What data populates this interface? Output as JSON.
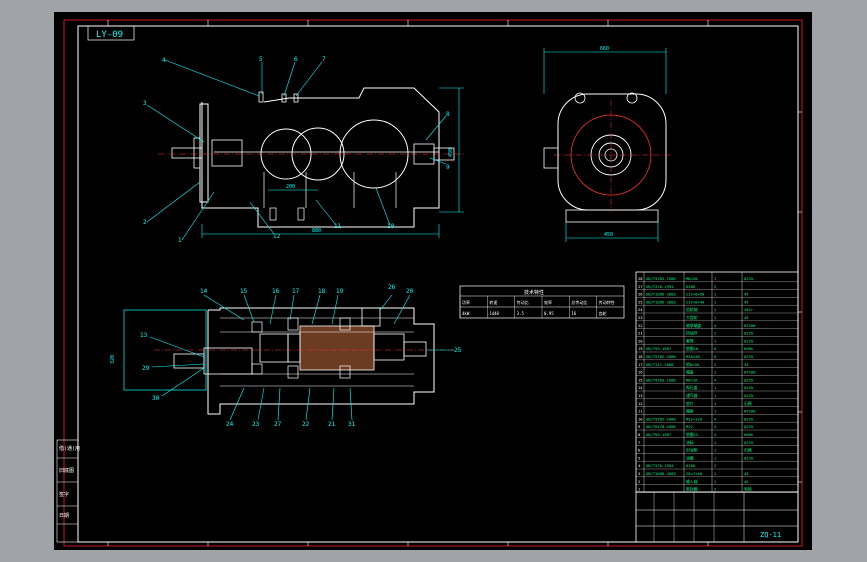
{
  "drawing": {
    "stamp": "LY-09",
    "title": "ZQ-11"
  },
  "callouts_main": [
    "4",
    "3",
    "6",
    "7",
    "5",
    "8",
    "9",
    "2",
    "1",
    "12",
    "11",
    "10"
  ],
  "callouts_section": [
    "14",
    "15",
    "16",
    "17",
    "18",
    "19",
    "20",
    "26",
    "25",
    "13",
    "29",
    "30",
    "24",
    "23",
    "27",
    "22",
    "21",
    "31"
  ],
  "parts_list": [
    {
      "no": "28",
      "code": "GB/T5783-1986",
      "name": "M8×20",
      "qty": "1",
      "mat": "Q235"
    },
    {
      "no": "27",
      "code": "GB/T276-1994",
      "name": "6208",
      "qty": "2",
      "mat": ""
    },
    {
      "no": "26",
      "code": "GB/T1096-2003",
      "name": "C12×8×50",
      "qty": "1",
      "mat": "45"
    },
    {
      "no": "25",
      "code": "GB/T1096-2003",
      "name": "C12×8×40",
      "qty": "1",
      "mat": "45"
    },
    {
      "no": "24",
      "code": "",
      "name": "齿轮轴",
      "qty": "1",
      "mat": "40Cr"
    },
    {
      "no": "23",
      "code": "",
      "name": "大齿轮",
      "qty": "1",
      "mat": "45"
    },
    {
      "no": "22",
      "code": "",
      "name": "轴承端盖",
      "qty": "4",
      "mat": "HT200"
    },
    {
      "no": "21",
      "code": "",
      "name": "挡油环",
      "qty": "2",
      "mat": "Q235"
    },
    {
      "no": "20",
      "code": "",
      "name": "套筒",
      "qty": "1",
      "mat": "Q235"
    },
    {
      "no": "19",
      "code": "GB/T93-1987",
      "name": "垫圈10",
      "qty": "6",
      "mat": "65Mn"
    },
    {
      "no": "18",
      "code": "GB/T5782-2000",
      "name": "M10×40",
      "qty": "6",
      "mat": "Q235"
    },
    {
      "no": "17",
      "code": "GB/T117-2000",
      "name": "销8×30",
      "qty": "2",
      "mat": "35"
    },
    {
      "no": "16",
      "code": "",
      "name": "箱盖",
      "qty": "1",
      "mat": "HT200"
    },
    {
      "no": "15",
      "code": "GB/T5783-1986",
      "name": "M6×16",
      "qty": "4",
      "mat": "Q235"
    },
    {
      "no": "14",
      "code": "",
      "name": "视孔盖",
      "qty": "1",
      "mat": "Q235"
    },
    {
      "no": "13",
      "code": "",
      "name": "通气器",
      "qty": "1",
      "mat": "Q235"
    },
    {
      "no": "12",
      "code": "",
      "name": "垫片",
      "qty": "1",
      "mat": "石棉"
    },
    {
      "no": "11",
      "code": "",
      "name": "箱座",
      "qty": "1",
      "mat": "HT200"
    },
    {
      "no": "10",
      "code": "GB/T5782-2000",
      "name": "M12×120",
      "qty": "4",
      "mat": "Q235"
    },
    {
      "no": "9",
      "code": "GB/T6170-2000",
      "name": "M12",
      "qty": "4",
      "mat": "Q235"
    },
    {
      "no": "8",
      "code": "GB/T93-1987",
      "name": "垫圈12",
      "qty": "4",
      "mat": "65Mn"
    },
    {
      "no": "7",
      "code": "",
      "name": "油标",
      "qty": "1",
      "mat": "Q235"
    },
    {
      "no": "6",
      "code": "",
      "name": "封油垫",
      "qty": "1",
      "mat": "石棉"
    },
    {
      "no": "5",
      "code": "",
      "name": "油塞",
      "qty": "1",
      "mat": "Q235"
    },
    {
      "no": "4",
      "code": "GB/T276-1994",
      "name": "6206",
      "qty": "2",
      "mat": ""
    },
    {
      "no": "3",
      "code": "GB/T1096-2003",
      "name": "C8×7×40",
      "qty": "1",
      "mat": "45"
    },
    {
      "no": "2",
      "code": "",
      "name": "输入轴",
      "qty": "1",
      "mat": "45"
    },
    {
      "no": "1",
      "code": "",
      "name": "密封圈",
      "qty": "2",
      "mat": "毛毡"
    }
  ],
  "tech_table": {
    "title": "技术特性",
    "headers": [
      "功率",
      "转速",
      "传动比",
      "效率",
      "总传动比",
      "传动特性"
    ],
    "values": [
      "4kW",
      "1440",
      "3.5",
      "0.95",
      "16",
      "齿轮"
    ]
  },
  "left_stamps": [
    "借(通)用",
    "旧底图",
    "签字",
    "日期"
  ],
  "dims": {
    "d1": "880",
    "d2": "660",
    "d3": "490",
    "d4": "450",
    "d5": "200",
    "d6": "320",
    "d7": "140"
  }
}
